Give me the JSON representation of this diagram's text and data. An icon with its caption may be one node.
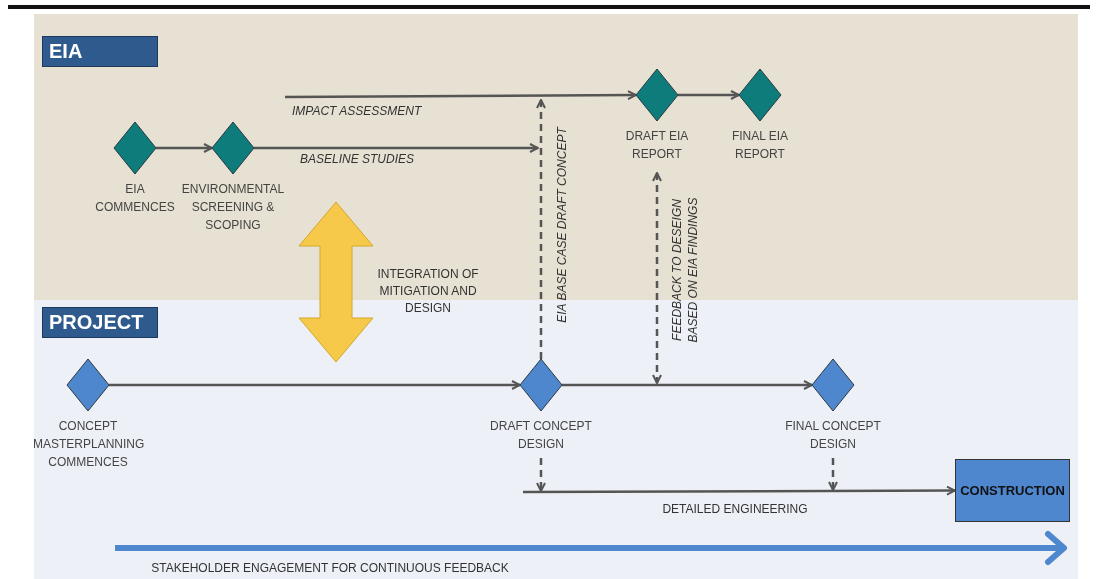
{
  "diagram": {
    "nodes": [
      {
        "text": [
          "EIA"
        ]
      },
      {
        "text": [
          "PROJECT"
        ]
      },
      {
        "text": [
          "EIA COMMENCES"
        ],
        "in": 0
      },
      {
        "text": [
          "ENVIRONMENTAL SCREENING & SCOPING"
        ],
        "in": 0
      },
      {
        "text": [
          "DRAFT EIA REPORT"
        ],
        "in": 0
      },
      {
        "text": [
          "FINAL EIA REPORT"
        ],
        "in": 0
      },
      {
        "text": [
          "CONCEPT MASTERPLANNING COMMENCES"
        ],
        "in": 1
      },
      {
        "text": [
          "DRAFT CONCEPT DESIGN"
        ],
        "in": 1
      },
      {
        "text": [
          "FINAL CONCEPT DESIGN"
        ],
        "in": 1
      },
      {
        "text": [
          "CONSTRUCTION"
        ],
        "in": 1
      }
    ],
    "edges": [
      {
        "from": null,
        "to": 4,
        "arrow": "to",
        "label": "IMPACT ASSESSMENT"
      },
      {
        "from": 2,
        "to": 3,
        "arrow": "to"
      },
      {
        "from": 3,
        "to": null,
        "arrow": "to",
        "label": "BASELINE STUDIES"
      },
      {
        "from": 4,
        "to": 5,
        "arrow": "to"
      },
      {
        "from": 7,
        "to": null,
        "arrow": "to",
        "style": "dashed",
        "label": "EIA BASE CASE DRAFT CONCEPT"
      },
      {
        "from": 4,
        "to": null,
        "arrow": "both",
        "style": "dashed",
        "label": "FEEDBACK TO DESEIGN BASED ON EIA FINDINGS"
      },
      {
        "from": 6,
        "to": 7,
        "arrow": "to"
      },
      {
        "from": 7,
        "to": 8,
        "arrow": "to"
      },
      {
        "from": 7,
        "to": null,
        "arrow": "to",
        "style": "dashed"
      },
      {
        "from": 8,
        "to": null,
        "arrow": "to",
        "style": "dashed"
      },
      {
        "from": null,
        "to": 9,
        "arrow": "to",
        "label": "DETAILED ENGINEERING"
      }
    ],
    "labels": [
      "INTEGRATION OF MITIGATION AND DESIGN",
      "STAKEHOLDER ENGAGEMENT FOR CONTINUOUS FEEDBACK"
    ]
  }
}
